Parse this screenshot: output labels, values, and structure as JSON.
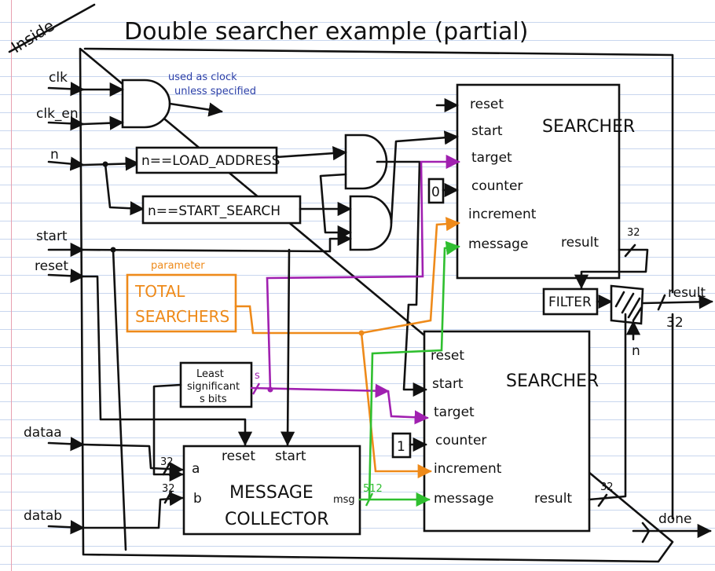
{
  "title": "Double searcher example (partial)",
  "corner_label": "Inside",
  "inputs": {
    "clk": "clk",
    "clk_en": "clk_en",
    "n": "n",
    "start": "start",
    "reset": "reset",
    "dataa": "dataa",
    "datab": "datab"
  },
  "outputs": {
    "result": "result",
    "result_width": "32",
    "done": "done"
  },
  "clock_note": [
    "used as clock",
    "unless specified"
  ],
  "comparators": {
    "load": "n==LOAD_ADDRESS",
    "start_search": "n==START_SEARCH"
  },
  "parameter": {
    "tag": "parameter",
    "line1": "TOTAL",
    "line2": "SEARCHERS"
  },
  "lsb_box": {
    "line1": "Least",
    "line2": "significant",
    "line3": "s bits",
    "width": "s"
  },
  "searchers": [
    {
      "title": "SEARCHER",
      "ports": [
        "reset",
        "start",
        "target",
        "counter",
        "increment",
        "message"
      ],
      "output": "result",
      "counter_value": "0",
      "result_width": "32"
    },
    {
      "title": "SEARCHER",
      "ports": [
        "reset",
        "start",
        "target",
        "counter",
        "increment",
        "message"
      ],
      "output": "result",
      "counter_value": "1",
      "result_width": "32"
    }
  ],
  "collector": {
    "line1": "MESSAGE",
    "line2": "COLLECTOR",
    "reset": "reset",
    "start": "start",
    "a": "a",
    "b": "b",
    "msg": "msg",
    "width_a": "32",
    "width_b": "32",
    "msg_width": "512"
  },
  "filter": {
    "label": "FILTER",
    "n": "n"
  },
  "colors": {
    "ink": "#111111",
    "blue": "#2b3fa8",
    "purple": "#a020b0",
    "orange": "#ee8a1a",
    "green": "#2fbf2f",
    "rule": "#c8d6ee",
    "margin": "#e7a0b0"
  }
}
